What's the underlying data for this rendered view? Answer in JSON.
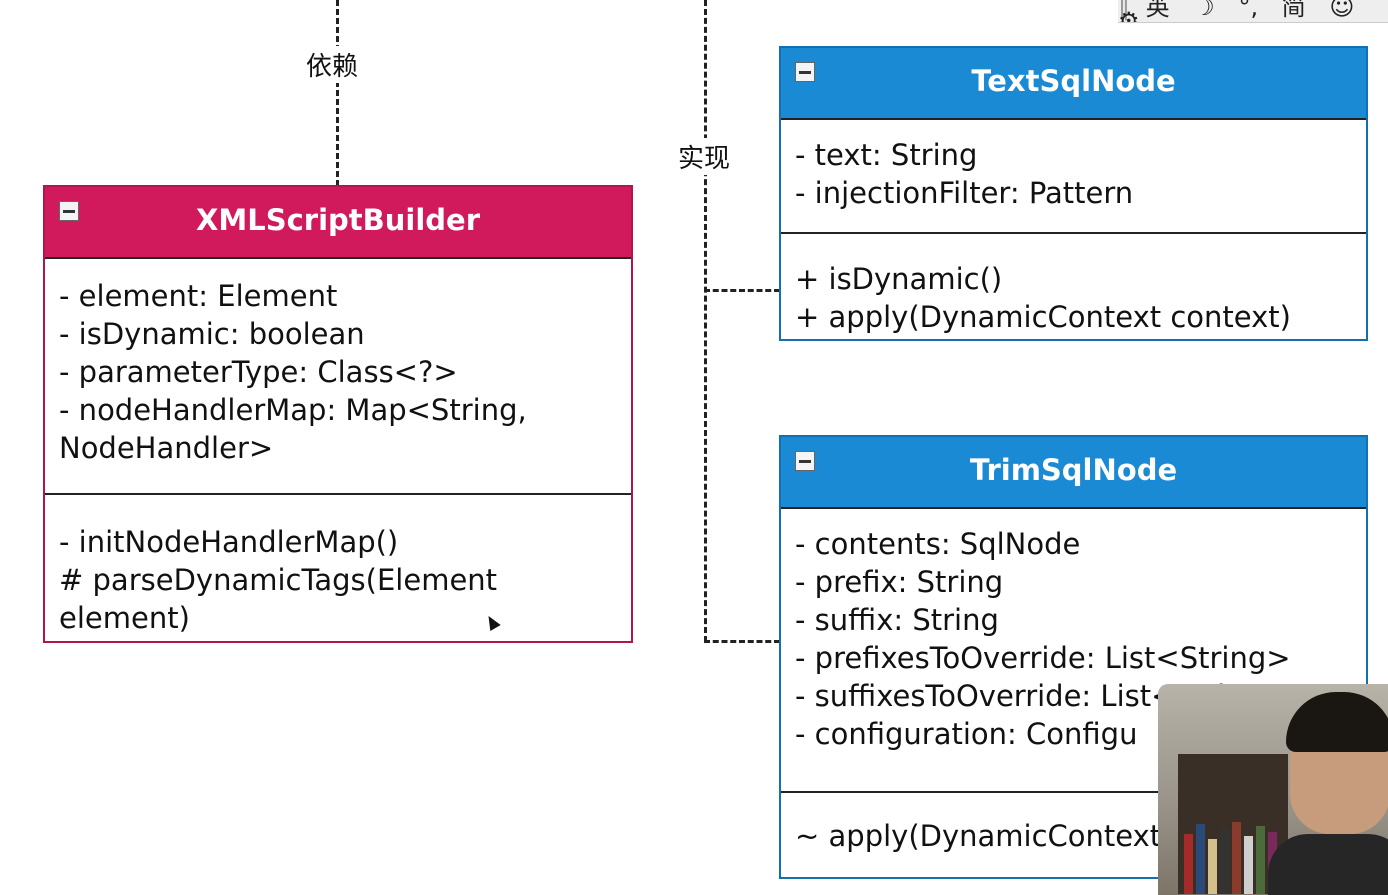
{
  "relations": {
    "dependency_label": "依赖",
    "realization_label": "实现"
  },
  "ime_toolbar": [
    "英",
    "☽",
    "°,",
    "简",
    "☺",
    "⚙"
  ],
  "classes": [
    {
      "id": "xmlscriptbuilder",
      "name": "XMLScriptBuilder",
      "header_color": "#d11a5c",
      "attributes": [
        "- element: Element",
        "- isDynamic: boolean",
        "- parameterType: Class<?>",
        "- nodeHandlerMap: Map<String, NodeHandler>"
      ],
      "methods": [
        "- initNodeHandlerMap()",
        "# parseDynamicTags(Element element)"
      ]
    },
    {
      "id": "textsqlnode",
      "name": "TextSqlNode",
      "header_color": "#1a8ad4",
      "attributes": [
        "- text: String",
        "- injectionFilter: Pattern"
      ],
      "methods": [
        "+ isDynamic()",
        "+ apply(DynamicContext context)"
      ]
    },
    {
      "id": "trimsqlnode",
      "name": "TrimSqlNode",
      "header_color": "#1a8ad4",
      "attributes": [
        "- contents: SqlNode",
        "- prefix: String",
        "- suffix: String",
        "- prefixesToOverride: List<String>",
        "- suffixesToOverride: List<String>",
        "- configuration: Configu"
      ],
      "methods": [
        "~ apply(DynamicContext"
      ]
    }
  ]
}
